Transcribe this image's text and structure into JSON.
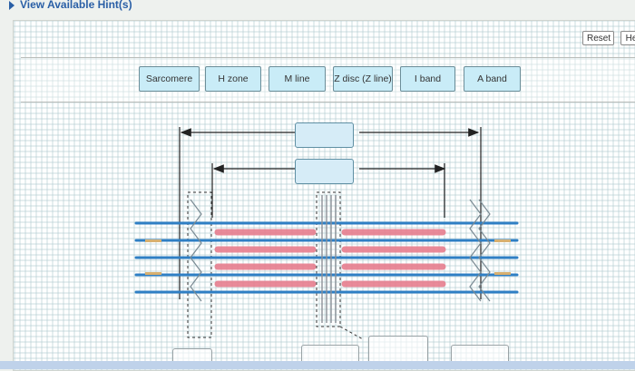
{
  "hint": {
    "label": "View Available Hint(s)"
  },
  "toolbar": {
    "reset_label": "Reset",
    "help_label": "He"
  },
  "labels": [
    "Sarcomere",
    "H zone",
    "M line",
    "Z disc (Z line)",
    "I band",
    "A band"
  ],
  "colors": {
    "chip_fill": "#c9ecf7",
    "actin": "#2f7fc4",
    "myosin": "#e77e8e",
    "hint_link": "#2a5fa6"
  }
}
